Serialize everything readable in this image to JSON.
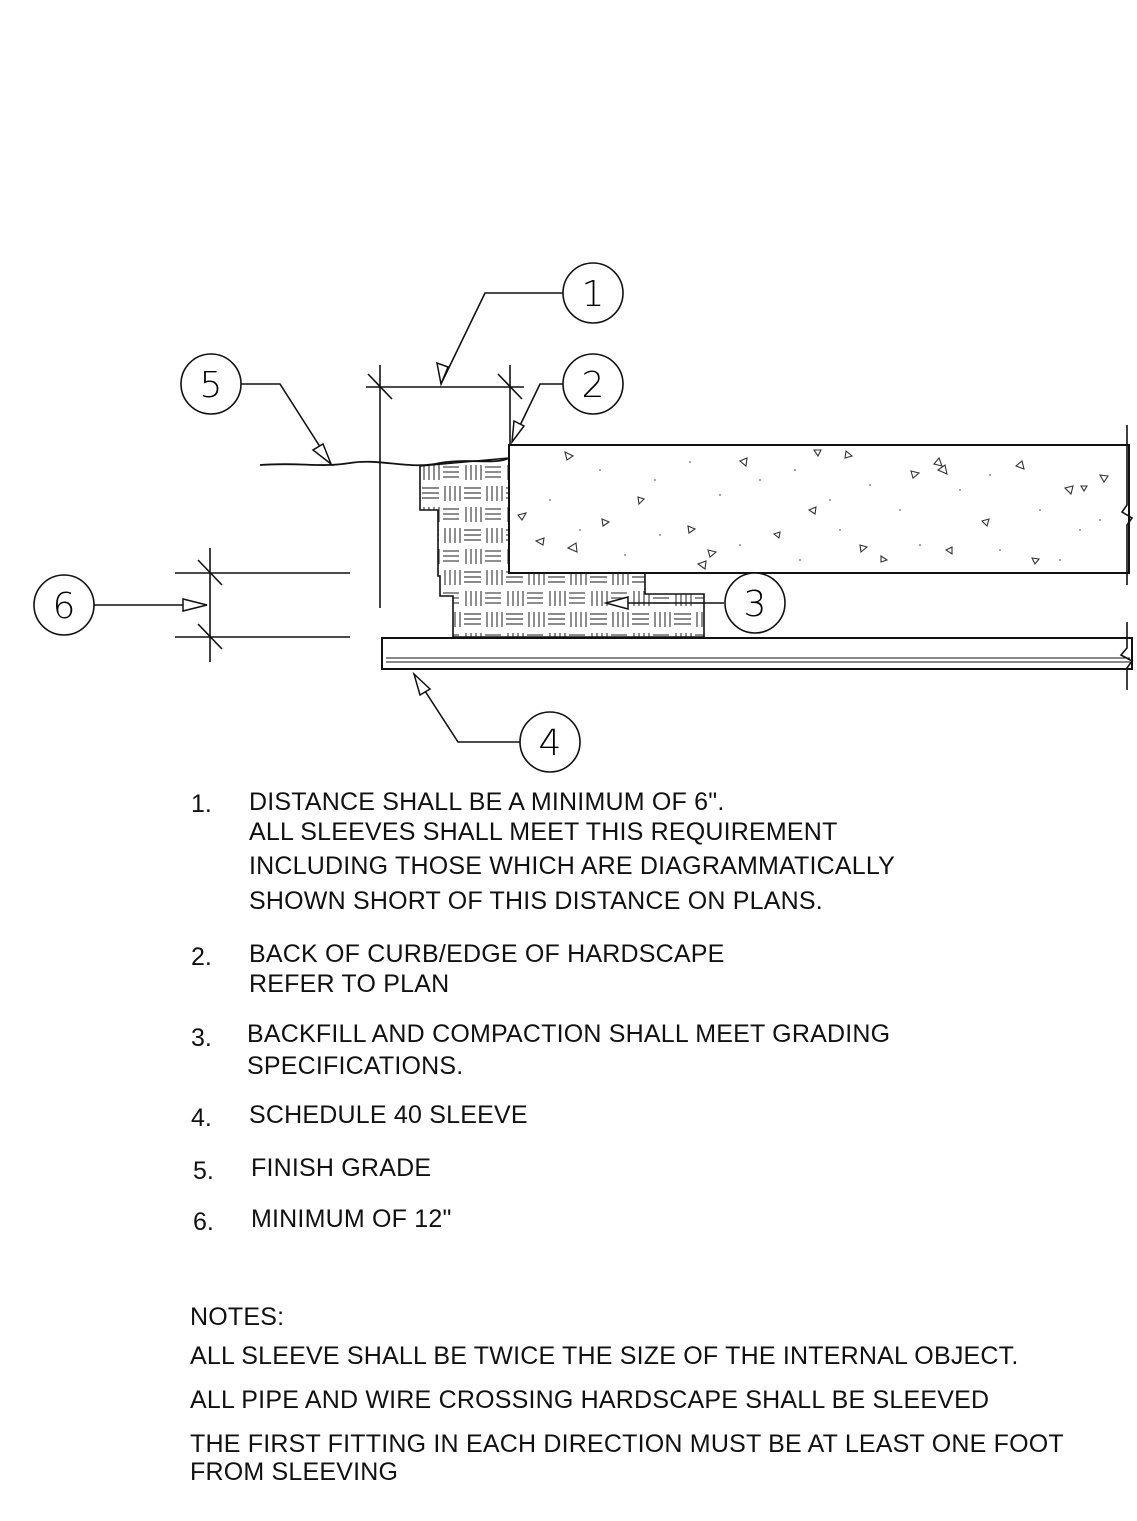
{
  "callouts": [
    "1",
    "2",
    "3",
    "4",
    "5",
    "6"
  ],
  "legend": [
    {
      "number": "1.",
      "lines": [
        "DISTANCE SHALL BE A MINIMUM OF 6\".",
        "ALL SLEEVES SHALL MEET THIS REQUIREMENT",
        "INCLUDING THOSE WHICH ARE DIAGRAMMATICALLY",
        "SHOWN SHORT OF THIS DISTANCE ON PLANS."
      ]
    },
    {
      "number": "2.",
      "lines": [
        "BACK OF CURB/EDGE OF HARDSCAPE",
        "REFER TO PLAN"
      ]
    },
    {
      "number": "3.",
      "lines": [
        "BACKFILL AND COMPACTION SHALL MEET GRADING",
        "SPECIFICATIONS."
      ]
    },
    {
      "number": "4.",
      "lines": [
        "SCHEDULE 40 SLEEVE"
      ]
    },
    {
      "number": "5.",
      "lines": [
        "FINISH GRADE"
      ]
    },
    {
      "number": "6.",
      "lines": [
        "MINIMUM OF 12\""
      ]
    }
  ],
  "notes": {
    "heading": "NOTES:",
    "lines": [
      "ALL SLEEVE SHALL BE TWICE THE SIZE OF THE INTERNAL OBJECT.",
      "ALL PIPE AND WIRE CROSSING HARDSCAPE SHALL BE SLEEVED",
      "THE FIRST FITTING IN EACH DIRECTION MUST BE AT LEAST ONE FOOT",
      "FROM SLEEVING"
    ]
  }
}
